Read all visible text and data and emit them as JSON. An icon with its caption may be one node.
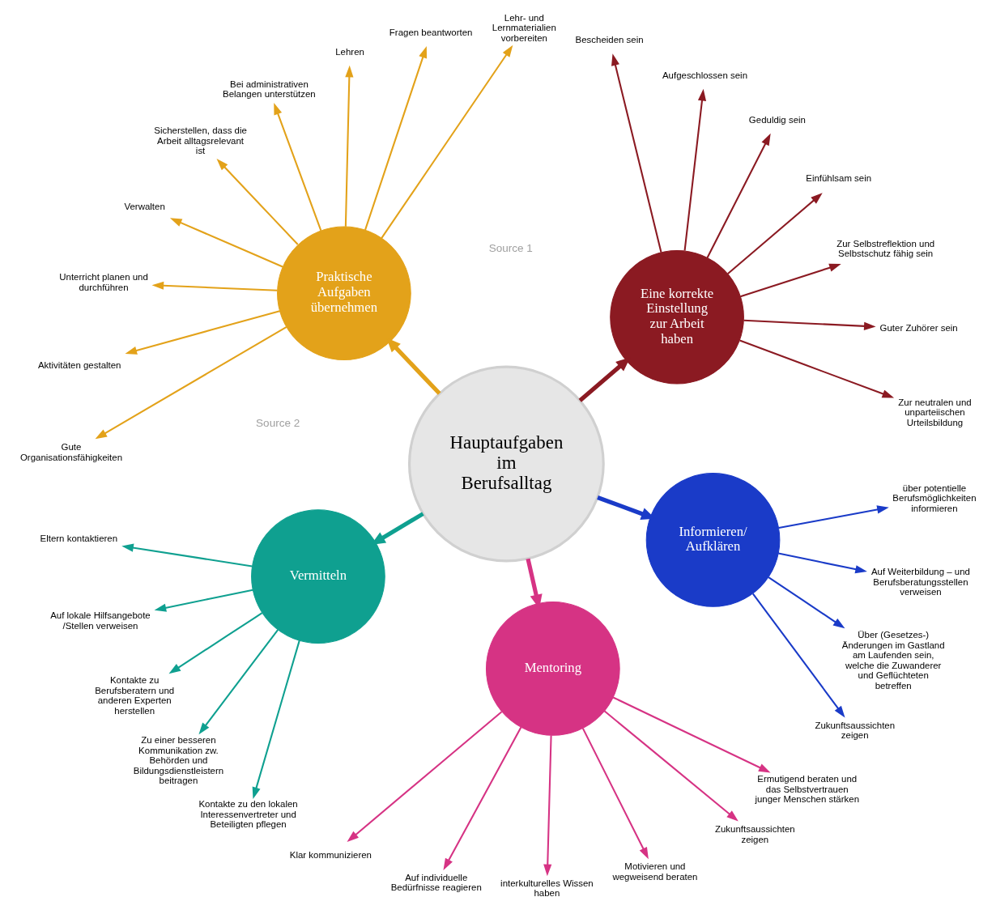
{
  "diagram": {
    "nodes": [
      {
        "text": [
          "Hauptaufgaben im Berufsalltag"
        ]
      },
      {
        "text": [
          "Eine korrekte Einstellung zur Arbeit haben"
        ]
      },
      {
        "text": [
          "Zur neutralen und unparteiischen Urteilsbildung"
        ]
      },
      {
        "text": [
          "Guter Zuhörer sein"
        ]
      },
      {
        "text": [
          "Zur Selbstreflektion und Selbstschutz fähig sein"
        ]
      },
      {
        "text": [
          "Einfühlsam sein"
        ]
      },
      {
        "text": [
          "Geduldig sein"
        ]
      },
      {
        "text": [
          "Aufgeschlossen sein"
        ]
      },
      {
        "text": [
          "Bescheiden sein"
        ]
      },
      {
        "text": [
          "Praktische Aufgaben übernehmen"
        ]
      },
      {
        "text": [
          "Lehr- und Lernmaterialien vorbereiten"
        ]
      },
      {
        "text": [
          "Fragen beantworten"
        ]
      },
      {
        "text": [
          "Lehren"
        ]
      },
      {
        "text": [
          "Bei administrativen Belangen unterstützen"
        ]
      },
      {
        "text": [
          "Sicherstellen, dass die Arbeit alltagsrelevant ist"
        ]
      },
      {
        "text": [
          "Verwalten"
        ]
      },
      {
        "text": [
          "Unterricht planen und durchführen"
        ]
      },
      {
        "text": [
          "Aktivitäten gestalten"
        ]
      },
      {
        "text": [
          "Gute Organisationsfähigkeiten"
        ]
      },
      {
        "text": [
          "Vermitteln"
        ]
      },
      {
        "text": [
          "Eltern kontaktieren"
        ]
      },
      {
        "text": [
          "Auf lokale Hilfsangebote /Stellen verweisen"
        ]
      },
      {
        "text": [
          "Kontakte zu Berufsberatern und anderen Experten herstellen"
        ]
      },
      {
        "text": [
          "Zu einer besseren Kommunikation zw. Behörden und Bildungsdienstleistern beitragen"
        ]
      },
      {
        "text": [
          "Kontakte zu den lokalen Interessenvertreter und Beteiligten pflegen"
        ]
      },
      {
        "text": [
          "Mentoring"
        ]
      },
      {
        "text": [
          "Klar kommunizieren"
        ]
      },
      {
        "text": [
          "Auf individuelle Bedürfnisse reagieren"
        ]
      },
      {
        "text": [
          "interkulturelles Wissen haben"
        ]
      },
      {
        "text": [
          "Motivieren und wegweisend beraten"
        ]
      },
      {
        "text": [
          "Zukunftsaussichten zeigen"
        ]
      },
      {
        "text": [
          "Ermutigend beraten und das Selbstvertrauen junger Menschen stärken"
        ]
      },
      {
        "text": [
          "Informieren/ Aufklären"
        ]
      },
      {
        "text": [
          "Zukunftsaussichten zeigen"
        ]
      },
      {
        "text": [
          "Über (Gesetzes-) Änderungen im Gastland am Laufenden sein, welche die Zuwanderer und Geflüchteten betreffen"
        ]
      },
      {
        "text": [
          "Auf Weiterbildung – und Berufsberatungsstellen verweisen"
        ]
      },
      {
        "text": [
          "über potentielle Berufsmöglichkeiten informieren"
        ]
      }
    ],
    "edges": [
      {
        "from": 0,
        "to": 1,
        "arrow": "to",
        "style": "thick",
        "color": "#8b1a22"
      },
      {
        "from": 0,
        "to": 9,
        "arrow": "to",
        "style": "thick",
        "color": "#e3a21a"
      },
      {
        "from": 0,
        "to": 19,
        "arrow": "to",
        "style": "thick",
        "color": "#0fa090"
      },
      {
        "from": 0,
        "to": 25,
        "arrow": "to",
        "style": "thick",
        "color": "#d63384"
      },
      {
        "from": 0,
        "to": 32,
        "arrow": "to",
        "style": "thick",
        "color": "#1a3bc8"
      },
      {
        "from": 1,
        "to": 2,
        "arrow": "to",
        "color": "#8b1a22"
      },
      {
        "from": 1,
        "to": 3,
        "arrow": "to",
        "color": "#8b1a22"
      },
      {
        "from": 1,
        "to": 4,
        "arrow": "to",
        "color": "#8b1a22"
      },
      {
        "from": 1,
        "to": 5,
        "arrow": "to",
        "color": "#8b1a22"
      },
      {
        "from": 1,
        "to": 6,
        "arrow": "to",
        "color": "#8b1a22"
      },
      {
        "from": 1,
        "to": 7,
        "arrow": "to",
        "color": "#8b1a22"
      },
      {
        "from": 1,
        "to": 8,
        "arrow": "to",
        "color": "#8b1a22"
      },
      {
        "from": 9,
        "to": 10,
        "arrow": "to",
        "color": "#e3a21a"
      },
      {
        "from": 9,
        "to": 11,
        "arrow": "to",
        "color": "#e3a21a"
      },
      {
        "from": 9,
        "to": 12,
        "arrow": "to",
        "color": "#e3a21a"
      },
      {
        "from": 9,
        "to": 13,
        "arrow": "to",
        "color": "#e3a21a"
      },
      {
        "from": 9,
        "to": 14,
        "arrow": "to",
        "color": "#e3a21a"
      },
      {
        "from": 9,
        "to": 15,
        "arrow": "to",
        "color": "#e3a21a"
      },
      {
        "from": 9,
        "to": 16,
        "arrow": "to",
        "color": "#e3a21a"
      },
      {
        "from": 9,
        "to": 17,
        "arrow": "to",
        "color": "#e3a21a"
      },
      {
        "from": 9,
        "to": 18,
        "arrow": "to",
        "color": "#e3a21a"
      },
      {
        "from": 19,
        "to": 20,
        "arrow": "to",
        "color": "#0fa090"
      },
      {
        "from": 19,
        "to": 21,
        "arrow": "to",
        "color": "#0fa090"
      },
      {
        "from": 19,
        "to": 22,
        "arrow": "to",
        "color": "#0fa090"
      },
      {
        "from": 19,
        "to": 23,
        "arrow": "to",
        "color": "#0fa090"
      },
      {
        "from": 19,
        "to": 24,
        "arrow": "to",
        "color": "#0fa090"
      },
      {
        "from": 25,
        "to": 26,
        "arrow": "to",
        "color": "#d63384"
      },
      {
        "from": 25,
        "to": 27,
        "arrow": "to",
        "color": "#d63384"
      },
      {
        "from": 25,
        "to": 28,
        "arrow": "to",
        "color": "#d63384"
      },
      {
        "from": 25,
        "to": 29,
        "arrow": "to",
        "color": "#d63384"
      },
      {
        "from": 25,
        "to": 30,
        "arrow": "to",
        "color": "#d63384"
      },
      {
        "from": 25,
        "to": 31,
        "arrow": "to",
        "color": "#d63384"
      },
      {
        "from": 32,
        "to": 33,
        "arrow": "to",
        "color": "#1a3bc8"
      },
      {
        "from": 32,
        "to": 34,
        "arrow": "to",
        "color": "#1a3bc8"
      },
      {
        "from": 32,
        "to": 35,
        "arrow": "to",
        "color": "#1a3bc8"
      },
      {
        "from": 32,
        "to": 36,
        "arrow": "to",
        "color": "#1a3bc8"
      }
    ],
    "labels": [
      "Source 1",
      "Source 2"
    ]
  }
}
